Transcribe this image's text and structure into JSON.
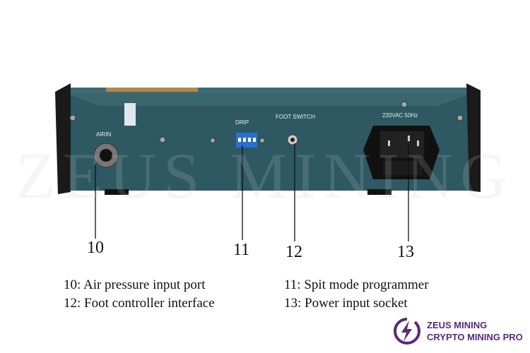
{
  "panel_labels": {
    "air_in": "AIRIN",
    "drip": "DRIP",
    "foot_switch": "FOOT SWITCH",
    "power": "220VAC 50Hz"
  },
  "callouts": [
    {
      "number": "10",
      "caption": "10: Air pressure input port"
    },
    {
      "number": "11",
      "caption": "11: Spit mode programmer"
    },
    {
      "number": "12",
      "caption": "12: Foot controller interface"
    },
    {
      "number": "13",
      "caption": "13: Power input socket"
    }
  ],
  "watermark": "ZEUS MINING",
  "logo": {
    "line1": "ZEUS MINING",
    "line2": "CRYPTO MINING PRO",
    "icon": "lightning-bolt-icon"
  },
  "colors": {
    "panel": "#2e5963",
    "logo": "#5a2a78"
  }
}
